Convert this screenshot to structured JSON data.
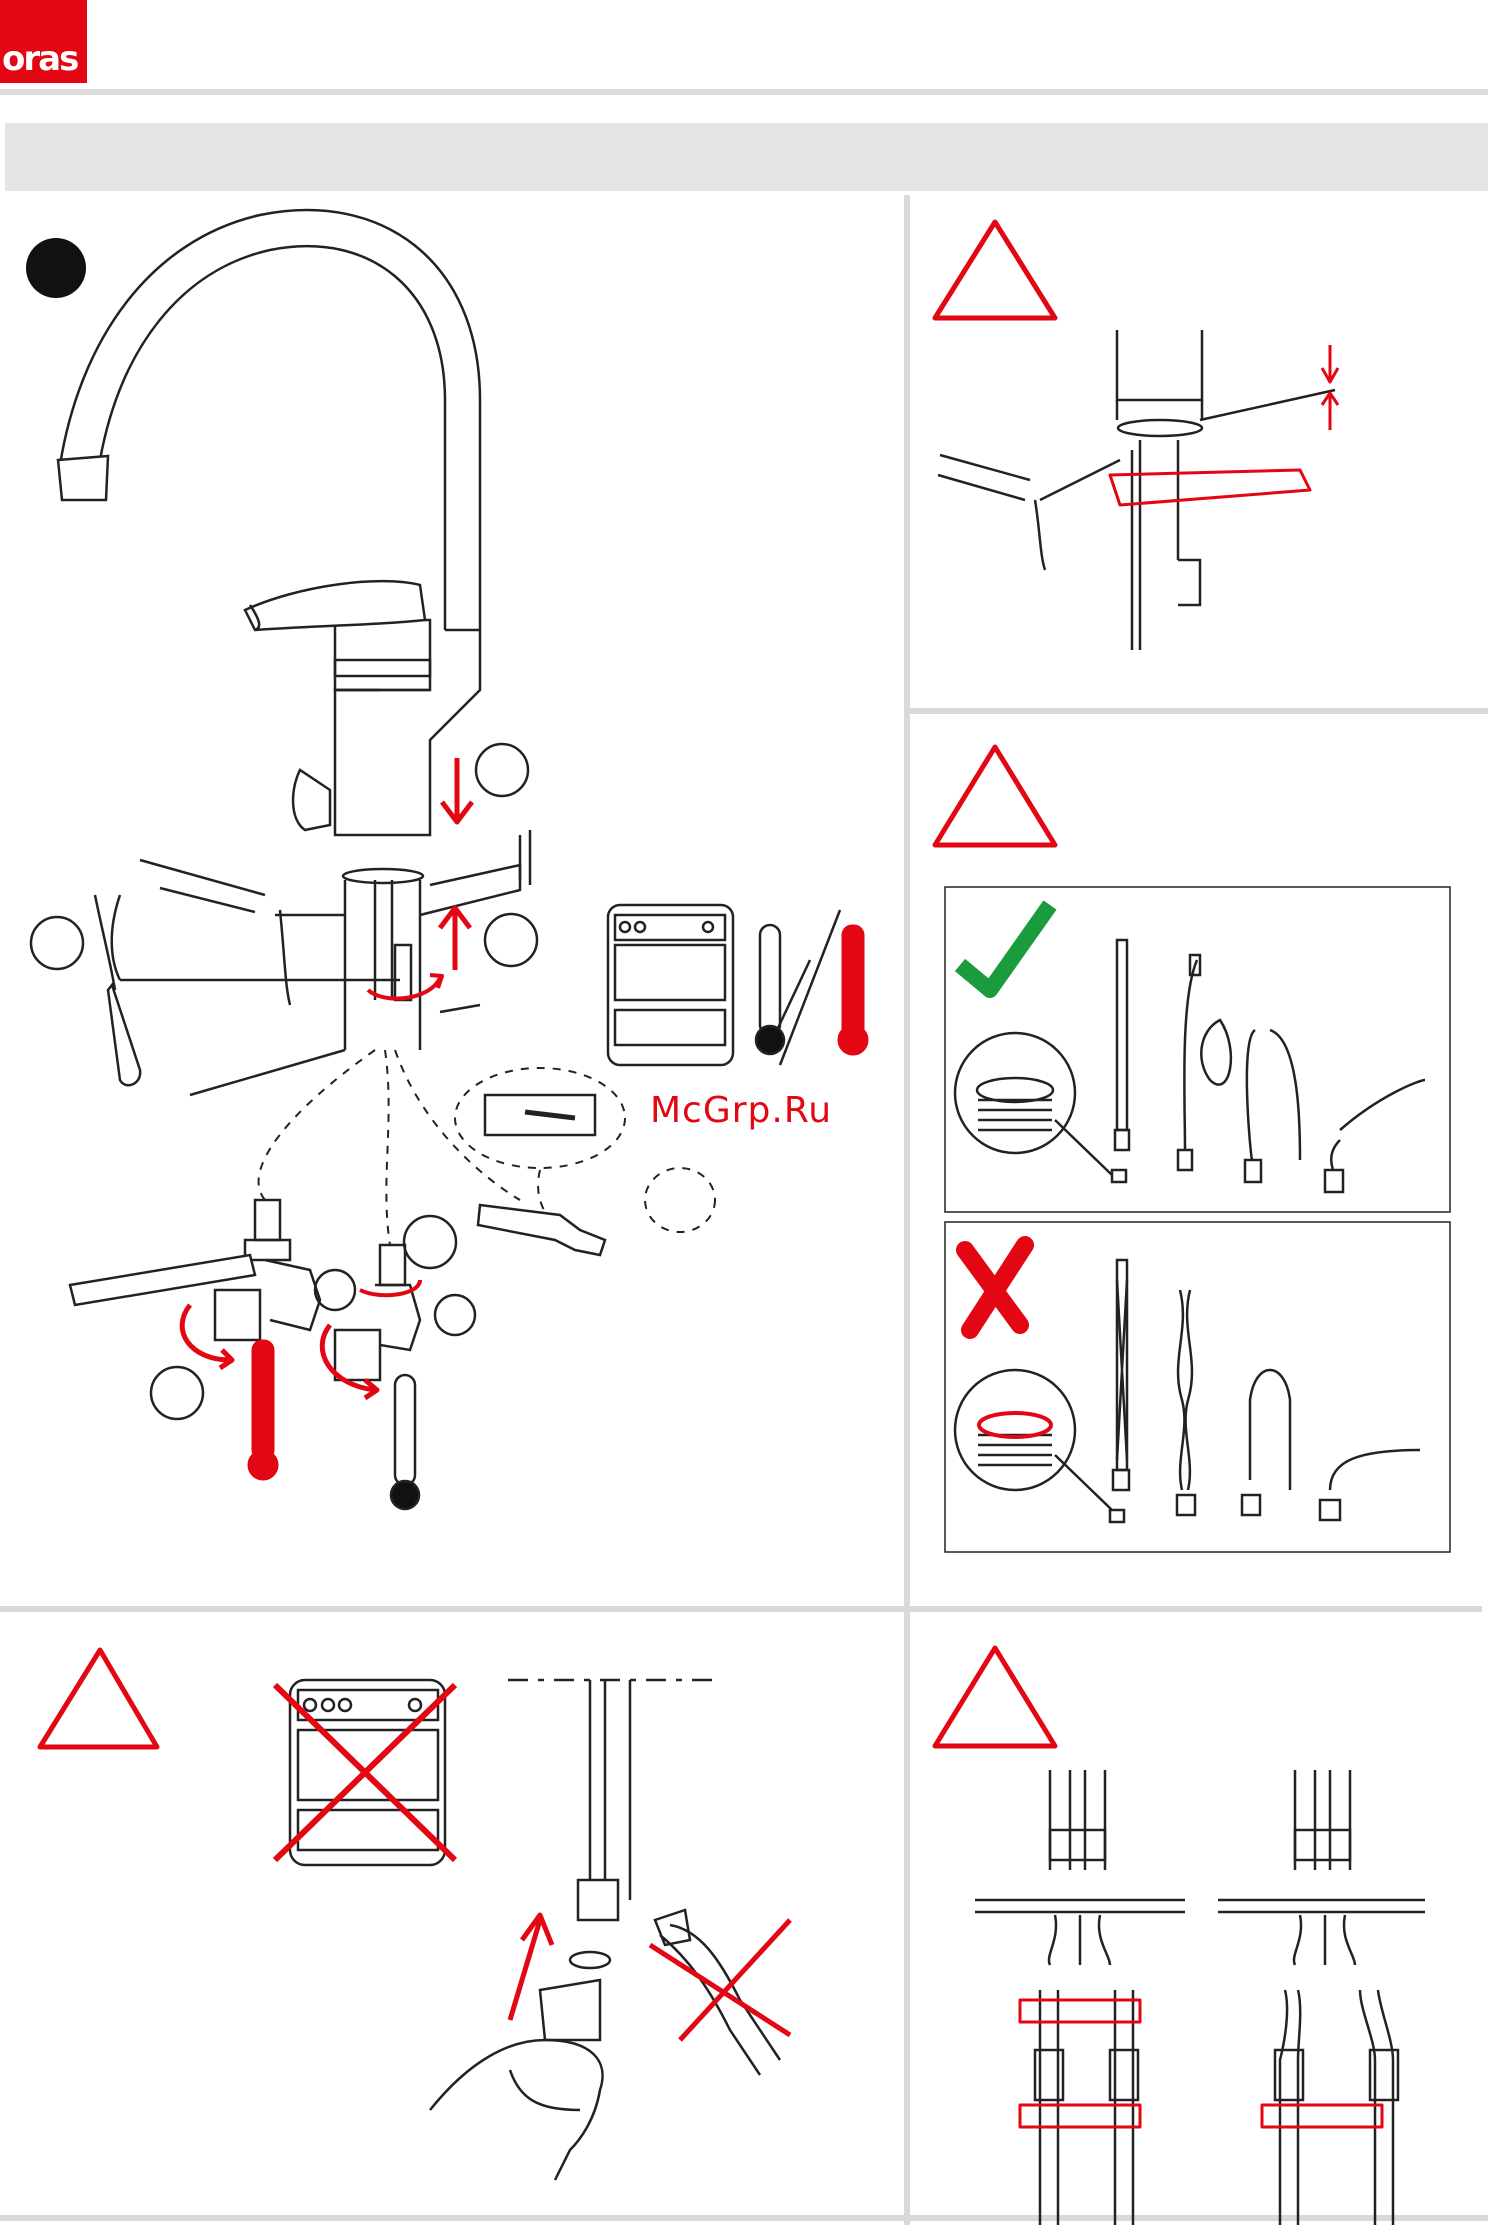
{
  "brand": {
    "logo_text": "oras",
    "logo_color": "#e30613"
  },
  "watermark": {
    "text": "McGrp.Ru"
  },
  "colors": {
    "accent_red": "#e30613",
    "check_green": "#1a9b3c",
    "divider_grey": "#d9d9d9",
    "banner_grey": "#e5e5e5",
    "line_black": "#222222"
  },
  "panels": [
    {
      "id": "main-installation",
      "icons": [
        "faucet-illustration",
        "step-marker-1",
        "screwdriver-icon",
        "shutoff-valve-icon",
        "hot-thermometer-icon",
        "cold-thermometer-icon",
        "water-heater-icon",
        "filter-insert-icon"
      ]
    },
    {
      "id": "mount-gap-warning",
      "icons": [
        "warning-triangle-icon",
        "mounting-bracket-icon"
      ]
    },
    {
      "id": "hose-correct-incorrect",
      "icons": [
        "warning-triangle-icon",
        "check-icon",
        "cross-icon",
        "flex-hose-icon"
      ]
    },
    {
      "id": "no-heater-tools-warning",
      "icons": [
        "warning-triangle-icon",
        "crossed-heater-icon",
        "hand-tightening-icon",
        "crossed-pliers-icon"
      ]
    },
    {
      "id": "hose-clamp-warning",
      "icons": [
        "warning-triangle-icon",
        "hose-clamp-icon"
      ]
    }
  ]
}
